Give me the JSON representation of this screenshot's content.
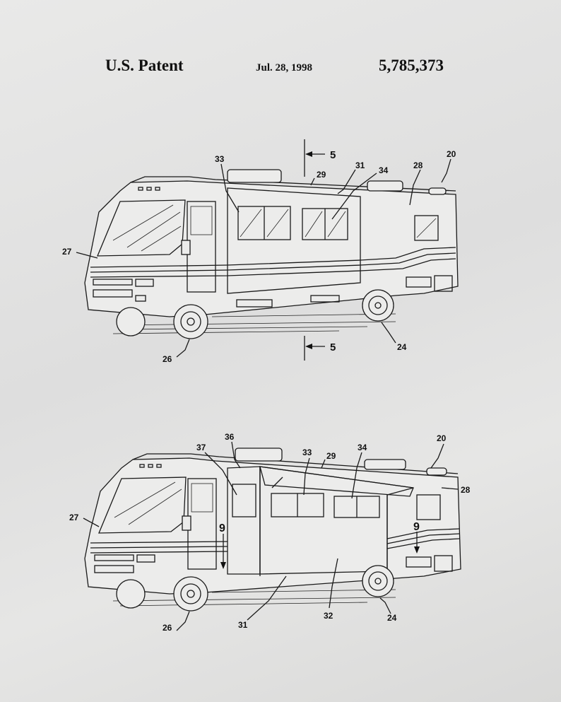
{
  "header": {
    "title": "U.S. Patent",
    "date": "Jul. 28, 1998",
    "number": "5,785,373"
  },
  "figure_top": {
    "labels": {
      "ref_33": "33",
      "ref_29": "29",
      "ref_31": "31",
      "ref_34": "34",
      "ref_28": "28",
      "ref_20": "20",
      "ref_27": "27",
      "ref_26": "26",
      "ref_24": "24",
      "section_top": "5",
      "section_bottom": "5"
    }
  },
  "figure_bottom": {
    "labels": {
      "ref_37": "37",
      "ref_36": "36",
      "ref_33": "33",
      "ref_29": "29",
      "ref_34": "34",
      "ref_20": "20",
      "ref_28": "28",
      "ref_27": "27",
      "ref_9a": "9",
      "ref_9b": "9",
      "ref_26": "26",
      "ref_31": "31",
      "ref_32": "32",
      "ref_24": "24"
    }
  }
}
